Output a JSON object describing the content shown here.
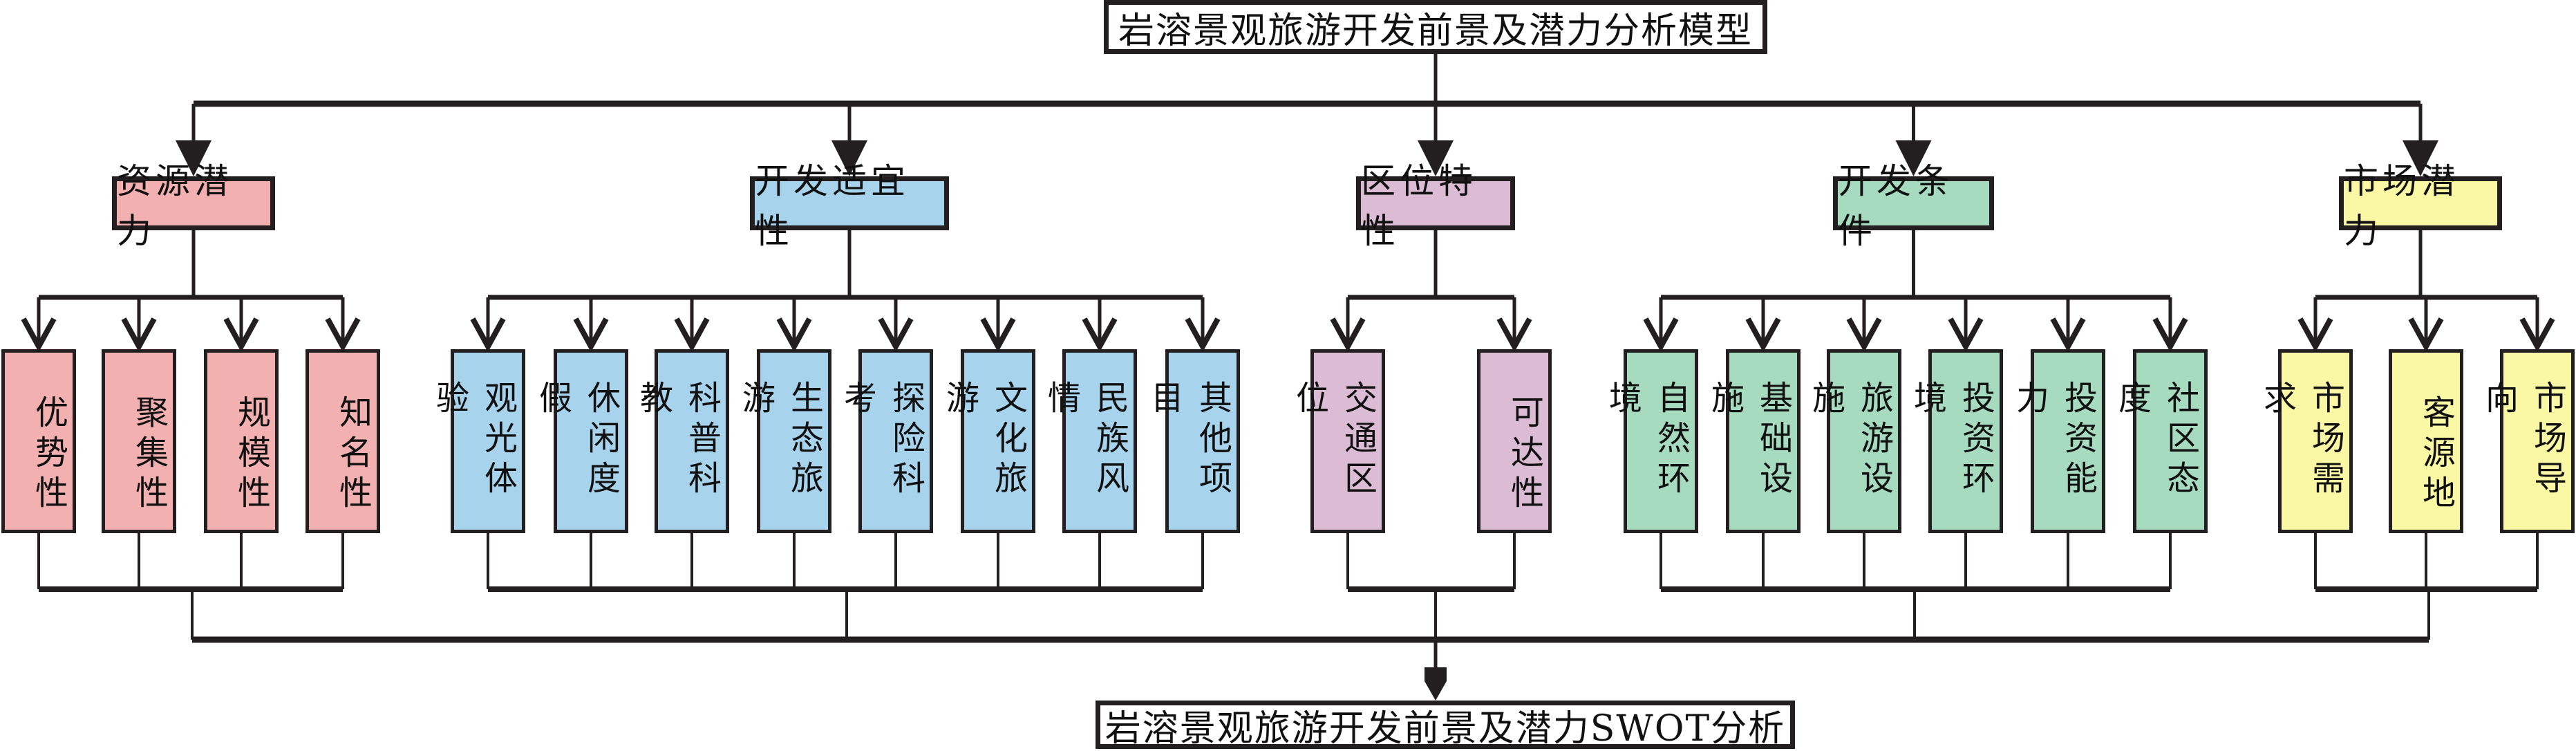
{
  "diagram": {
    "title": "岩溶景观旅游开发前景及潜力分析模型",
    "output": "岩溶景观旅游开发前景及潜力SWOT分析",
    "colors": {
      "resource": "#f2b1b0",
      "suitability": "#a8d3ed",
      "location": "#dbbcd4",
      "conditions": "#a6dbc0",
      "market": "#fbf8a5",
      "line": "#231f20"
    },
    "categories": [
      {
        "id": "resource",
        "label": "资源潜力",
        "color_key": "resource",
        "children": [
          "优势性",
          "聚集性",
          "规模性",
          "知名性"
        ]
      },
      {
        "id": "suitability",
        "label": "开发适宜性",
        "color_key": "suitability",
        "children": [
          "观光体验",
          "休闲度假",
          "科普科教",
          "生态旅游",
          "探险科考",
          "文化旅游",
          "民族风情",
          "其他项目"
        ]
      },
      {
        "id": "location",
        "label": "区位特性",
        "color_key": "location",
        "children": [
          "交通区位",
          "可达性"
        ]
      },
      {
        "id": "conditions",
        "label": "开发条件",
        "color_key": "conditions",
        "children": [
          "自然环境",
          "基础设施",
          "旅游设施",
          "投资环境",
          "投资能力",
          "社区态度"
        ]
      },
      {
        "id": "market",
        "label": "市场潜力",
        "color_key": "market",
        "children": [
          "市场需求",
          "客源地",
          "市场导向"
        ]
      }
    ]
  }
}
